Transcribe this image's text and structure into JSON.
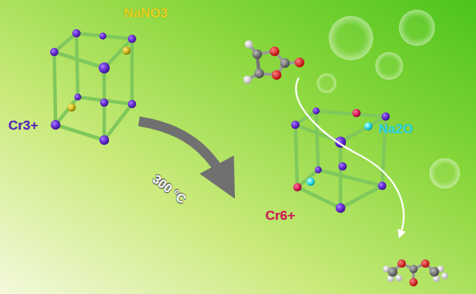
{
  "diagram": {
    "labels": [
      "NaNO3",
      "Na2O",
      "Cr3+",
      "300 °C",
      "Cr6+"
    ]
  }
}
